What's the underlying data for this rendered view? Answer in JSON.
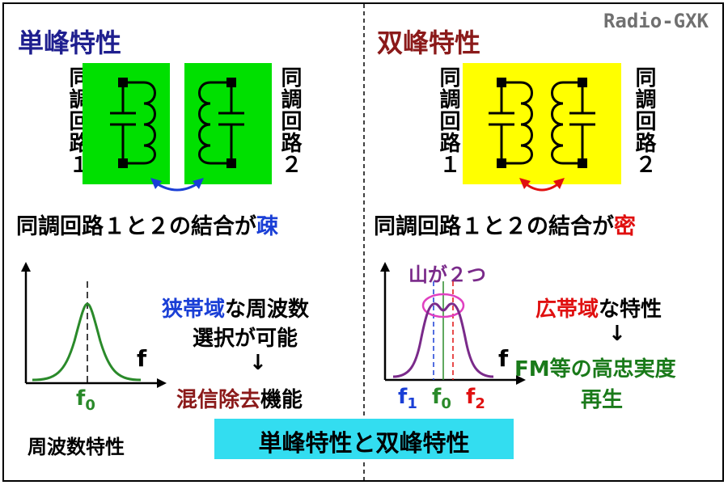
{
  "watermark": "Radio-GXK",
  "left": {
    "title": "単峰特性",
    "title_color": "#1f1f8f",
    "circuit_bg": "#00e000",
    "circuit1_label": "同調回路１",
    "circuit2_label": "同調回路２",
    "arrow_color": "#1a3fd6",
    "coupling_text": "同調回路１と２の結合が",
    "coupling_word": "疎",
    "coupling_word_color": "#1a3fd6",
    "axis_f": "f",
    "f0_label": "f",
    "f0_sub": "0",
    "graph_caption": "周波数特性",
    "desc_line1_highlight": "狭帯域",
    "desc_line1_rest": "な周波数",
    "desc_line1_highlight_color": "#1a3fd6",
    "desc_line2": "選択が可能",
    "desc_arrow": "↓",
    "desc_line4_highlight": "混信除去",
    "desc_line4_rest": "機能",
    "desc_line4_highlight_color": "#8b1a1a"
  },
  "right": {
    "title": "双峰特性",
    "title_color": "#8b1a1a",
    "circuit_bg": "#ffff00",
    "circuit1_label": "同調回路１",
    "circuit2_label": "同調回路２",
    "arrow_color": "#e01010",
    "coupling_text": "同調回路１と２の結合が",
    "coupling_word": "密",
    "coupling_word_color": "#e01010",
    "peaks_label": "山が２つ",
    "peaks_color": "#7a2a8a",
    "axis_f": "f",
    "f1_label": "f",
    "f1_sub": "1",
    "f0_label": "f",
    "f0_sub": "0",
    "f2_label": "f",
    "f2_sub": "2",
    "desc_line1_highlight": "広帯域",
    "desc_line1_rest": "な特性",
    "desc_line1_highlight_color": "#e01010",
    "desc_arrow": "↓",
    "desc_line3": "FM等の高忠実度",
    "desc_line4": "再生",
    "desc_color": "#1a7a1a"
  },
  "banner": {
    "text": "単峰特性と双峰特性",
    "bg": "#33ddf0"
  }
}
